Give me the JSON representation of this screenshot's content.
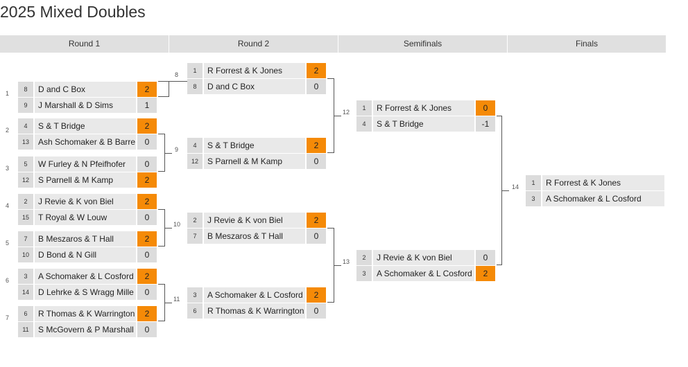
{
  "title": "2025 Mixed Doubles",
  "rounds": [
    "Round 1",
    "Round 2",
    "Semifinals",
    "Finals"
  ],
  "matches": {
    "m1": {
      "num": "1",
      "a": {
        "seed": "8",
        "name": "D and C Box",
        "score": "2"
      },
      "b": {
        "seed": "9",
        "name": "J Marshall & D Sims",
        "score": "1"
      }
    },
    "m2": {
      "num": "2",
      "a": {
        "seed": "4",
        "name": "S & T Bridge",
        "score": "2"
      },
      "b": {
        "seed": "13",
        "name": "Ash Schomaker & B Barre",
        "score": "0"
      }
    },
    "m3": {
      "num": "3",
      "a": {
        "seed": "5",
        "name": "W Furley & N Pfeifhofer",
        "score": "0"
      },
      "b": {
        "seed": "12",
        "name": "S Parnell & M Kamp",
        "score": "2"
      }
    },
    "m4": {
      "num": "4",
      "a": {
        "seed": "2",
        "name": "J Revie & K von Biel",
        "score": "2"
      },
      "b": {
        "seed": "15",
        "name": "T Royal & W Louw",
        "score": "0"
      }
    },
    "m5": {
      "num": "5",
      "a": {
        "seed": "7",
        "name": "B Meszaros & T Hall",
        "score": "2"
      },
      "b": {
        "seed": "10",
        "name": "D Bond & N Gill",
        "score": "0"
      }
    },
    "m6": {
      "num": "6",
      "a": {
        "seed": "3",
        "name": "A Schomaker & L Cosford",
        "score": "2"
      },
      "b": {
        "seed": "14",
        "name": "D Lehrke & S Wragg Mille",
        "score": "0"
      }
    },
    "m7": {
      "num": "7",
      "a": {
        "seed": "6",
        "name": "R Thomas & K Warrington",
        "score": "2"
      },
      "b": {
        "seed": "11",
        "name": "S McGovern & P Marshall",
        "score": "0"
      }
    },
    "m8": {
      "num": "8",
      "a": {
        "seed": "1",
        "name": "R Forrest & K Jones",
        "score": "2"
      },
      "b": {
        "seed": "8",
        "name": "D and C Box",
        "score": "0"
      }
    },
    "m9": {
      "num": "9",
      "a": {
        "seed": "4",
        "name": "S & T Bridge",
        "score": "2"
      },
      "b": {
        "seed": "12",
        "name": "S Parnell & M Kamp",
        "score": "0"
      }
    },
    "m10": {
      "num": "10",
      "a": {
        "seed": "2",
        "name": "J Revie & K von Biel",
        "score": "2"
      },
      "b": {
        "seed": "7",
        "name": "B Meszaros & T Hall",
        "score": "0"
      }
    },
    "m11": {
      "num": "11",
      "a": {
        "seed": "3",
        "name": "A Schomaker & L Cosford",
        "score": "2"
      },
      "b": {
        "seed": "6",
        "name": "R Thomas & K Warrington",
        "score": "0"
      }
    },
    "m12": {
      "num": "12",
      "a": {
        "seed": "1",
        "name": "R Forrest & K Jones",
        "score": "0"
      },
      "b": {
        "seed": "4",
        "name": "S & T Bridge",
        "score": "-1"
      }
    },
    "m13": {
      "num": "13",
      "a": {
        "seed": "2",
        "name": "J Revie & K von Biel",
        "score": "0"
      },
      "b": {
        "seed": "3",
        "name": "A Schomaker & L Cosford",
        "score": "2"
      }
    },
    "m14": {
      "num": "14",
      "a": {
        "seed": "1",
        "name": "R Forrest & K Jones",
        "score": ""
      },
      "b": {
        "seed": "3",
        "name": "A Schomaker & L Cosford",
        "score": ""
      }
    }
  },
  "colors": {
    "win_score": "#f58a07",
    "header_bg": "#e0e0e0",
    "row_bg": "#e9e9e9"
  }
}
